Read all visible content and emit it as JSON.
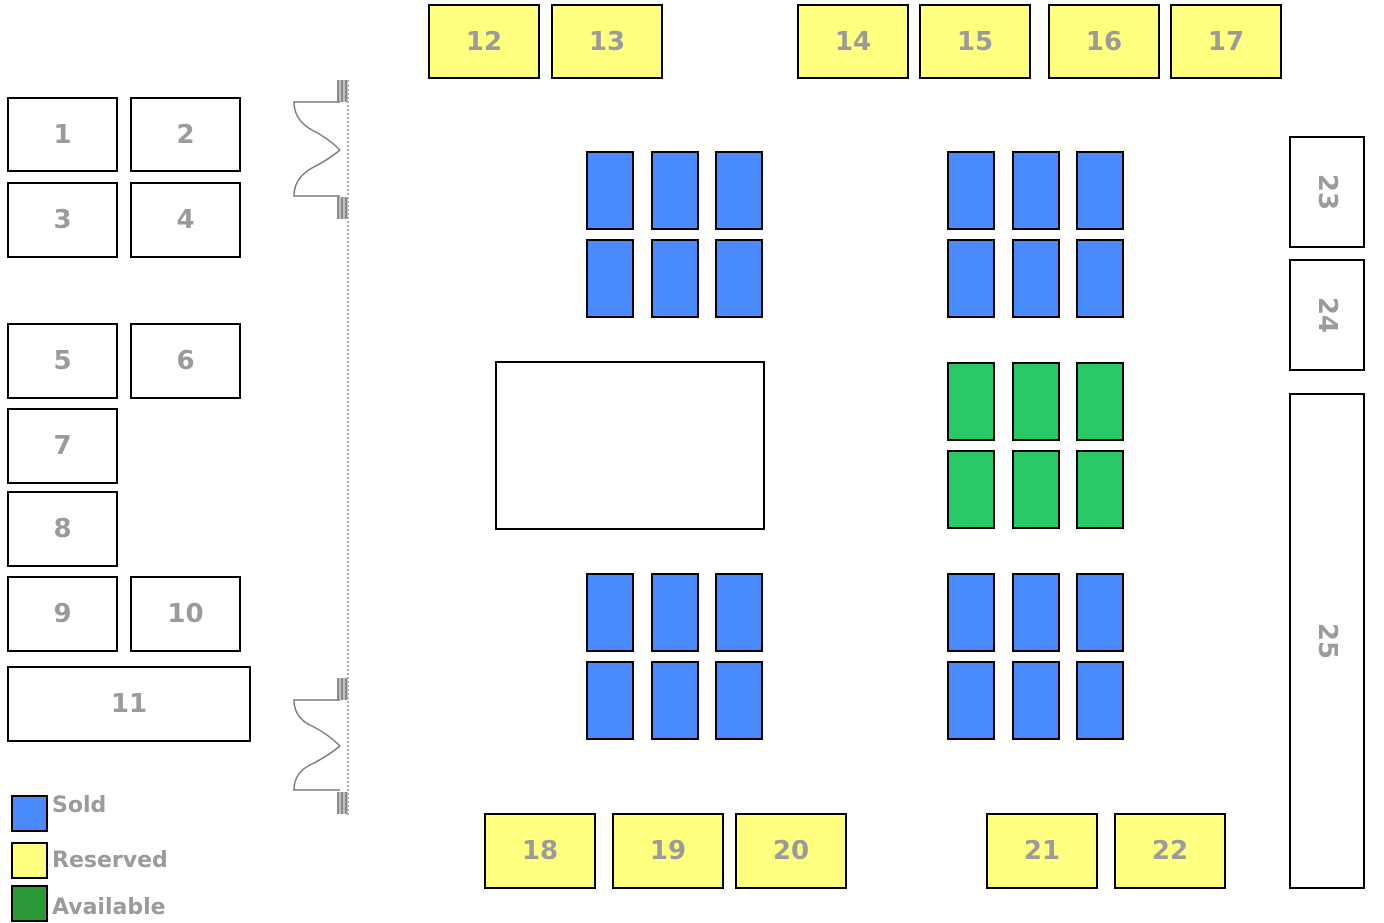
{
  "booths": [
    {
      "id": "1",
      "color": "white"
    },
    {
      "id": "2",
      "color": "white"
    },
    {
      "id": "3",
      "color": "white"
    },
    {
      "id": "4",
      "color": "white"
    },
    {
      "id": "5",
      "color": "white"
    },
    {
      "id": "6",
      "color": "white"
    },
    {
      "id": "7",
      "color": "white"
    },
    {
      "id": "8",
      "color": "white"
    },
    {
      "id": "9",
      "color": "white"
    },
    {
      "id": "10",
      "color": "white"
    },
    {
      "id": "11",
      "color": "white"
    },
    {
      "id": "12",
      "color": "yellow"
    },
    {
      "id": "13",
      "color": "yellow"
    },
    {
      "id": "14",
      "color": "yellow"
    },
    {
      "id": "15",
      "color": "yellow"
    },
    {
      "id": "16",
      "color": "yellow"
    },
    {
      "id": "17",
      "color": "yellow"
    },
    {
      "id": "18",
      "color": "yellow"
    },
    {
      "id": "19",
      "color": "yellow"
    },
    {
      "id": "20",
      "color": "yellow"
    },
    {
      "id": "21",
      "color": "yellow"
    },
    {
      "id": "22",
      "color": "yellow"
    },
    {
      "id": "23",
      "color": "white"
    },
    {
      "id": "24",
      "color": "white"
    },
    {
      "id": "25",
      "color": "white"
    }
  ],
  "table_groups": [
    {
      "status": "sold"
    },
    {
      "status": "sold"
    },
    {
      "status": "available"
    },
    {
      "status": "sold"
    },
    {
      "status": "sold"
    }
  ],
  "legend": [
    {
      "label": "Sold",
      "color": "#4a8aff"
    },
    {
      "label": "Reserved",
      "color": "#ffff80"
    },
    {
      "label": "Available",
      "color": "#2ac866"
    }
  ],
  "colors": {
    "sold": "#4a8aff",
    "reserved": "#ffff80",
    "available": "#2ac866",
    "label_gray": "#9b9b9b"
  }
}
